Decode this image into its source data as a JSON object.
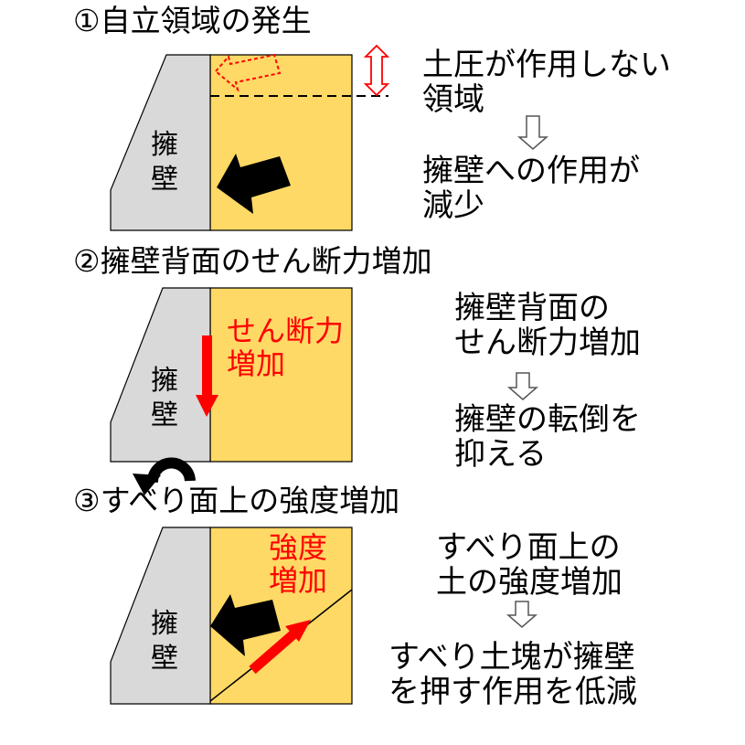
{
  "colors": {
    "soil": "#ffd965",
    "wall": "#d9d9d9",
    "arrow": "#000000",
    "accent_red": "#ff0000"
  },
  "panels": [
    {
      "heading": "①自立領域の発生",
      "wall_label": [
        "擁",
        "壁"
      ],
      "desc_lines": [
        "土圧が作用しない",
        "領域"
      ],
      "result_lines": [
        "擁壁への作用が",
        "減少"
      ]
    },
    {
      "heading": "②擁壁背面のせん断力増加",
      "wall_label": [
        "擁",
        "壁"
      ],
      "red_label": [
        "せん断力",
        "増加"
      ],
      "desc_lines": [
        "擁壁背面の",
        "せん断力増加"
      ],
      "result_lines": [
        "擁壁の転倒を",
        "抑える"
      ]
    },
    {
      "heading": "③すべり面上の強度増加",
      "wall_label": [
        "擁",
        "壁"
      ],
      "red_label": [
        "強度",
        "増加"
      ],
      "desc_lines": [
        "すべり面上の",
        "土の強度増加"
      ],
      "result_lines": [
        "すべり土塊が擁壁",
        "を押す作用を低減"
      ]
    }
  ],
  "icons": {
    "down_arrow": "hollow-down-arrow-icon",
    "push_arrow": "black-arrow-icon",
    "shear_arrow": "red-down-arrow-icon",
    "rotation_arrow": "rotation-arrow-icon",
    "strength_arrow": "red-diagonal-arrow-icon",
    "double_arrow": "red-double-arrow-icon"
  }
}
